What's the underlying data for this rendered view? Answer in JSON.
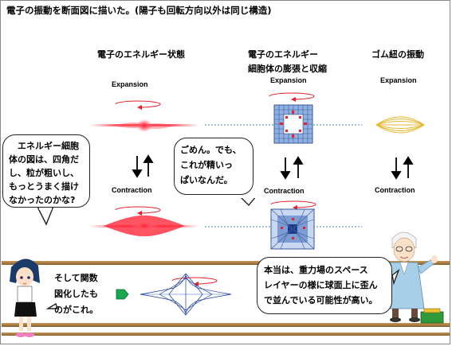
{
  "title": "電子の振動を断面図に描いた。(陽子も回転方向以外は同じ構造)",
  "columns": {
    "energy_state": "電子のエネルギー状態",
    "cell_line1": "電子のエネルギー",
    "cell_line2": "細胞体の膨張と収縮",
    "rubber": "ゴム紐の振動"
  },
  "labels": {
    "expansion": "Expansion",
    "contraction": "Contraction"
  },
  "bubbles": {
    "left": [
      "エネルギー細胞",
      "体の図は、四角だ",
      "し、粒が粗いし、",
      "もっとうまく描け",
      "なかったのかな?"
    ],
    "middle": [
      "ごめん。でも、",
      "これが精いっ",
      "ぱいなんだ。"
    ],
    "bottom_left": [
      "そして関数",
      "図化したも",
      "のがこれ。"
    ],
    "bottom_right": [
      "本当は、重力場のスペース",
      "レイヤーの様に球面上に歪ん",
      "で並んでいる可能性が高い。"
    ]
  },
  "colors": {
    "red": "#e8202a",
    "blue_dots": "#6a9ad0",
    "grid_blue": "#4a6fb0",
    "gold": "#e8b830",
    "board_brown": "#b0834a"
  }
}
